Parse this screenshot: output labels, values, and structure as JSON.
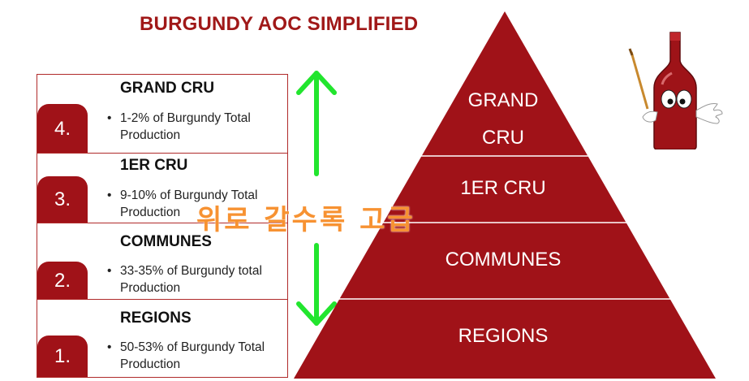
{
  "title": "BURGUNDY AOC SIMPLIFIED",
  "levels": [
    {
      "number": "4.",
      "name": "GRAND CRU",
      "bullet_line1": "1-2% of Burgundy Total",
      "bullet_line2": "Production"
    },
    {
      "number": "3.",
      "name": "1ER CRU",
      "bullet_line1": "9-10% of Burgundy Total",
      "bullet_line2": "Production"
    },
    {
      "number": "2.",
      "name": "COMMUNES",
      "bullet_line1": "33-35% of Burgundy total",
      "bullet_line2": "Production"
    },
    {
      "number": "1.",
      "name": "REGIONS",
      "bullet_line1": "50-53% of Burgundy Total",
      "bullet_line2": "Production"
    }
  ],
  "pyramid": {
    "tier_grand_cru_line1": "GRAND",
    "tier_grand_cru_line2": "CRU",
    "tier_1er_cru": "1ER CRU",
    "tier_communes": "COMMUNES",
    "tier_regions": "REGIONS"
  },
  "annotation_korean": "위로 갈수록 고급",
  "colors": {
    "title": "#a01818",
    "accent": "#a01218",
    "pyramid": "#a01218",
    "arrow": "#22e52e",
    "annotation": "#f79232"
  },
  "icons": {
    "arrow": "double-headed-arrow-icon",
    "mascot": "wine-bottle-mascot-icon"
  }
}
